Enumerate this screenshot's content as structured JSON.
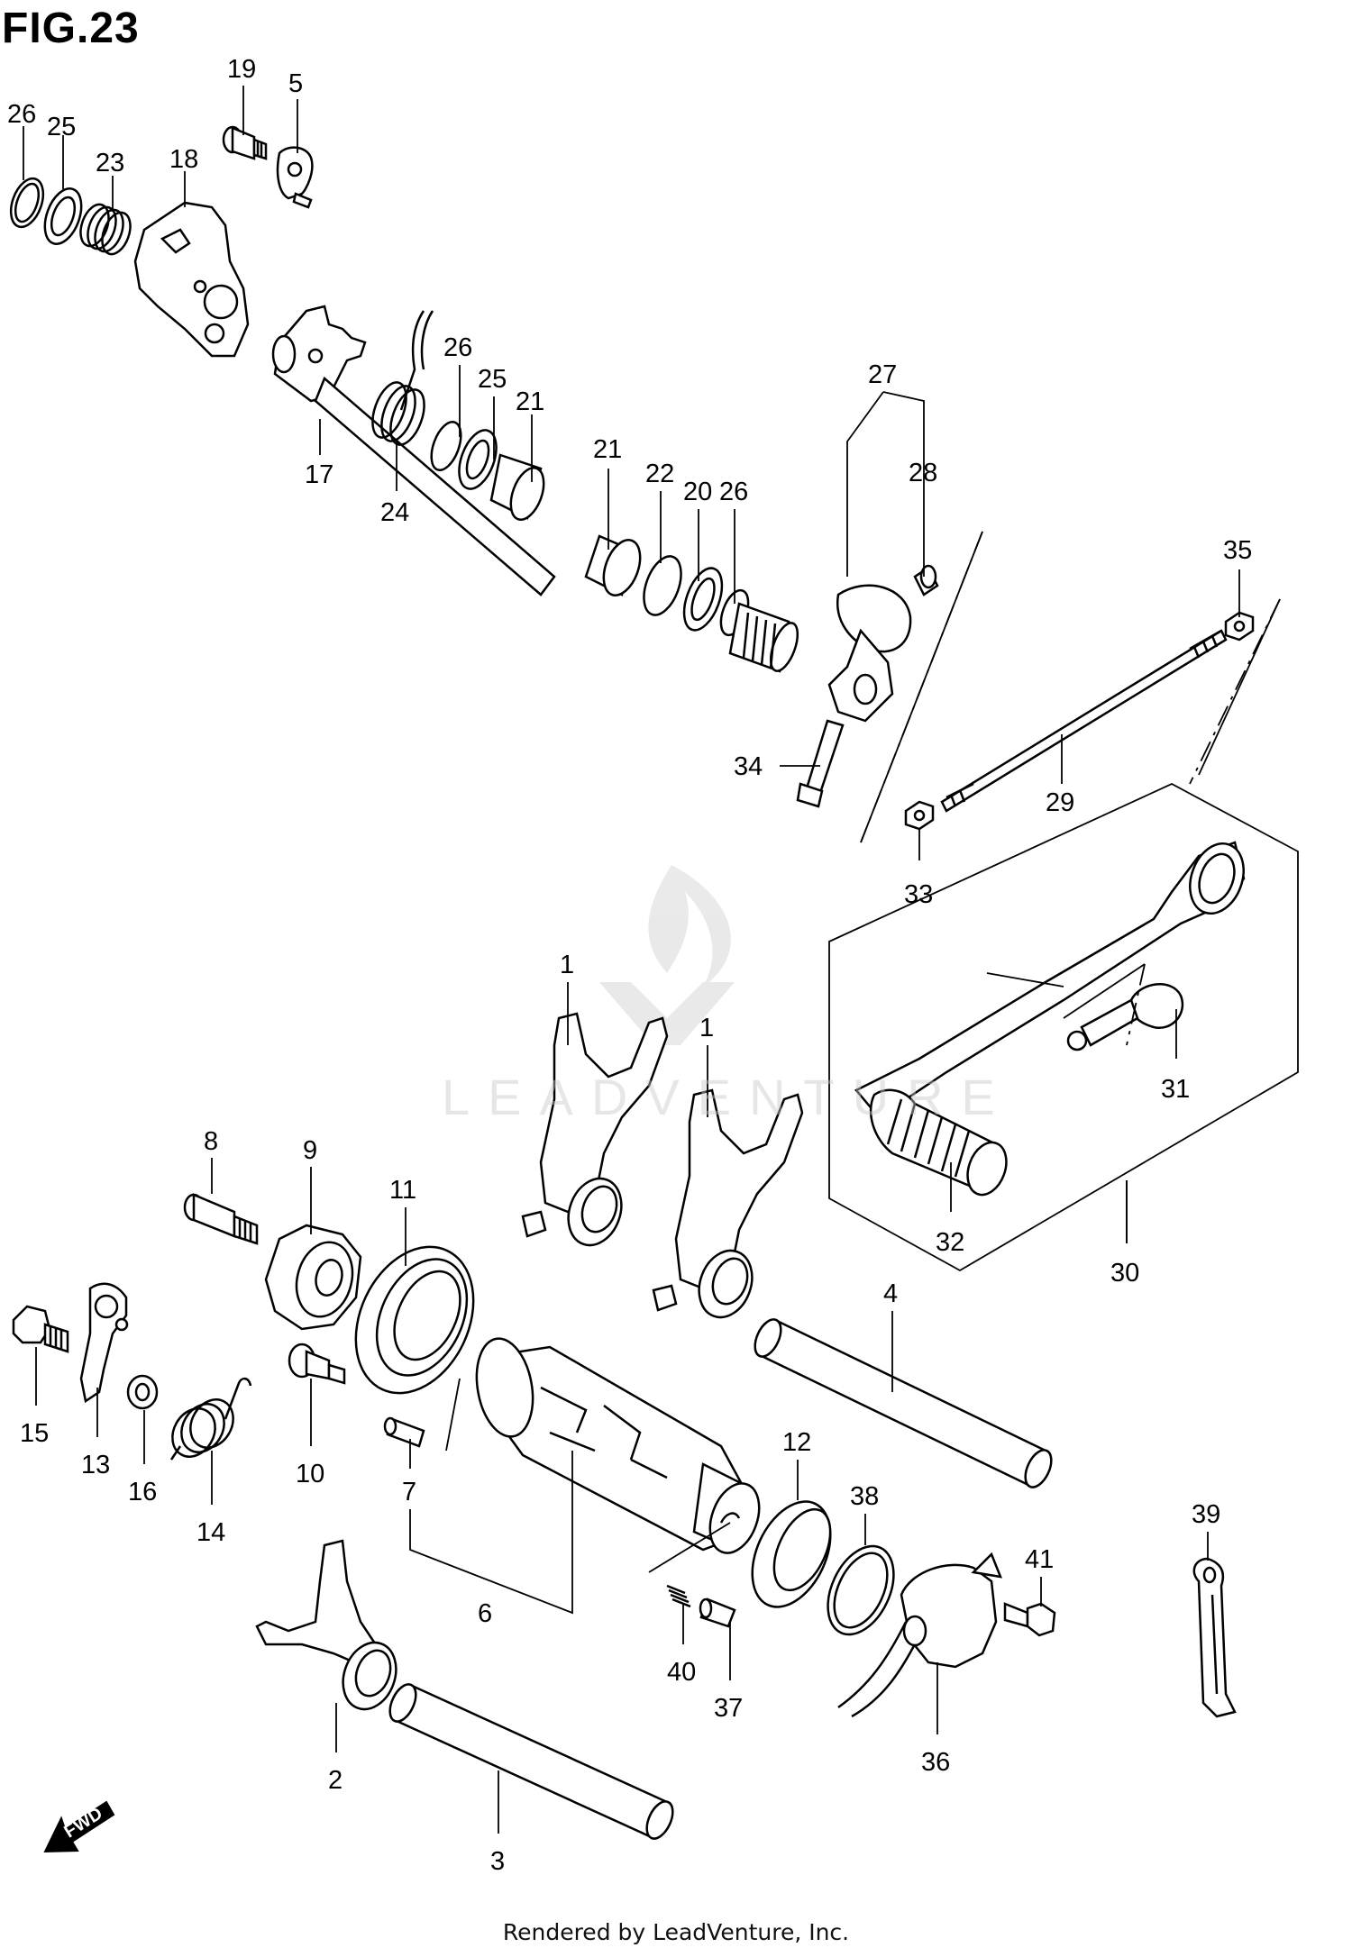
{
  "figure_title": "FIG.23",
  "footer": "Rendered by LeadVenture, Inc.",
  "watermark": "LEADVENTURE",
  "fwd_label": "FWD",
  "callouts": [
    "26",
    "25",
    "23",
    "18",
    "19",
    "5",
    "17",
    "24",
    "26",
    "25",
    "21",
    "21",
    "22",
    "20",
    "26",
    "27",
    "28",
    "34",
    "35",
    "29",
    "33",
    "1",
    "1",
    "31",
    "32",
    "30",
    "8",
    "9",
    "11",
    "4",
    "15",
    "13",
    "16",
    "14",
    "10",
    "7",
    "6",
    "12",
    "38",
    "39",
    "40",
    "37",
    "41",
    "36",
    "2",
    "3"
  ]
}
